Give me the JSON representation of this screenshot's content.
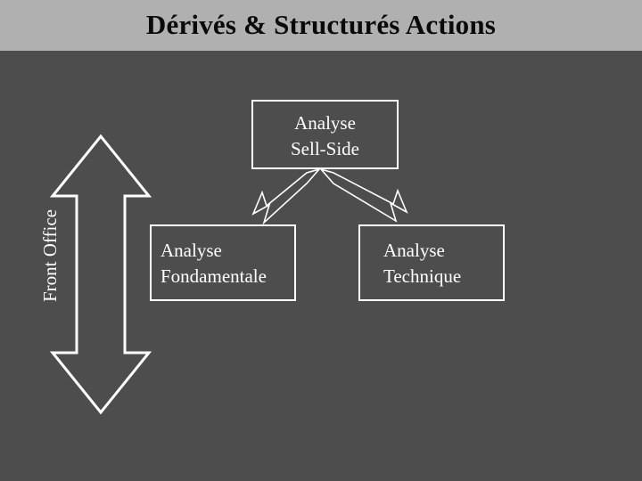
{
  "slide": {
    "title": "Dérivés & Structurés Actions",
    "background_color": "#4d4d4d",
    "header_band_color": "#b0b0b0",
    "title_color": "#0a0a0a",
    "stroke_color": "#ffffff"
  },
  "side_label": {
    "text": "Front Office",
    "orientation": "vertical-bottom-to-top"
  },
  "diagram": {
    "boxes": [
      {
        "id": "sell-side",
        "lines": [
          "Analyse",
          "Sell-Side"
        ],
        "text": "Analyse\nSell-Side",
        "align": "center"
      },
      {
        "id": "fondamentale",
        "lines": [
          "Analyse",
          "Fondamentale"
        ],
        "text": "Analyse\nFondamentale",
        "align": "left"
      },
      {
        "id": "technique",
        "lines": [
          "Analyse",
          "Technique"
        ],
        "text": "Analyse\nTechnique",
        "align": "left"
      }
    ],
    "connectors": [
      {
        "id": "sell-side-to-fondamentale",
        "type": "block-arrow",
        "direction": "down-left"
      },
      {
        "id": "sell-side-to-technique",
        "type": "block-arrow",
        "direction": "down-right"
      }
    ],
    "scope_arrow": {
      "id": "front-office-scope-arrow",
      "type": "double-headed-block-arrow",
      "direction": "vertical"
    }
  }
}
